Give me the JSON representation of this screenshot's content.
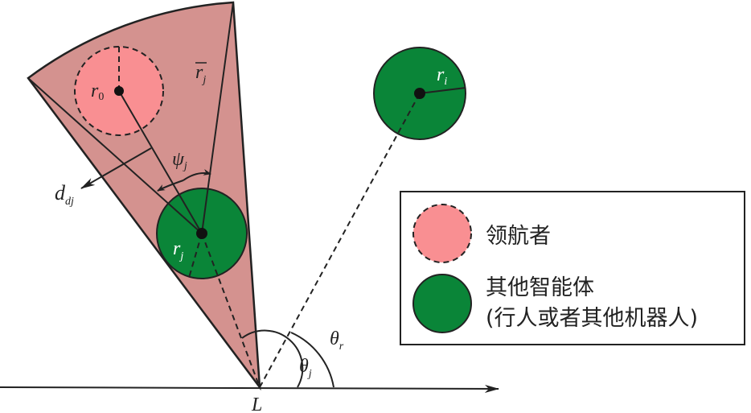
{
  "labels": {
    "r0": "r",
    "r0_sub": "0",
    "rbar": "r",
    "rbar_sub": "j",
    "psi": "ψ",
    "psi_sub": "j",
    "d": "d",
    "d_sub": "dj",
    "rj": "r",
    "rj_sub": "j",
    "ri": "r",
    "ri_sub": "i",
    "theta_j": "θ",
    "theta_j_sub": "j",
    "theta_r": "θ",
    "theta_r_sub": "r",
    "origin": "L"
  },
  "legend": {
    "leader": "领航者",
    "others_line1": "其他智能体",
    "others_line2": "(行人或者其他机器人)"
  },
  "colors": {
    "sector": "#d4928f",
    "leader": "#f98f92",
    "agent": "#0a8538"
  }
}
